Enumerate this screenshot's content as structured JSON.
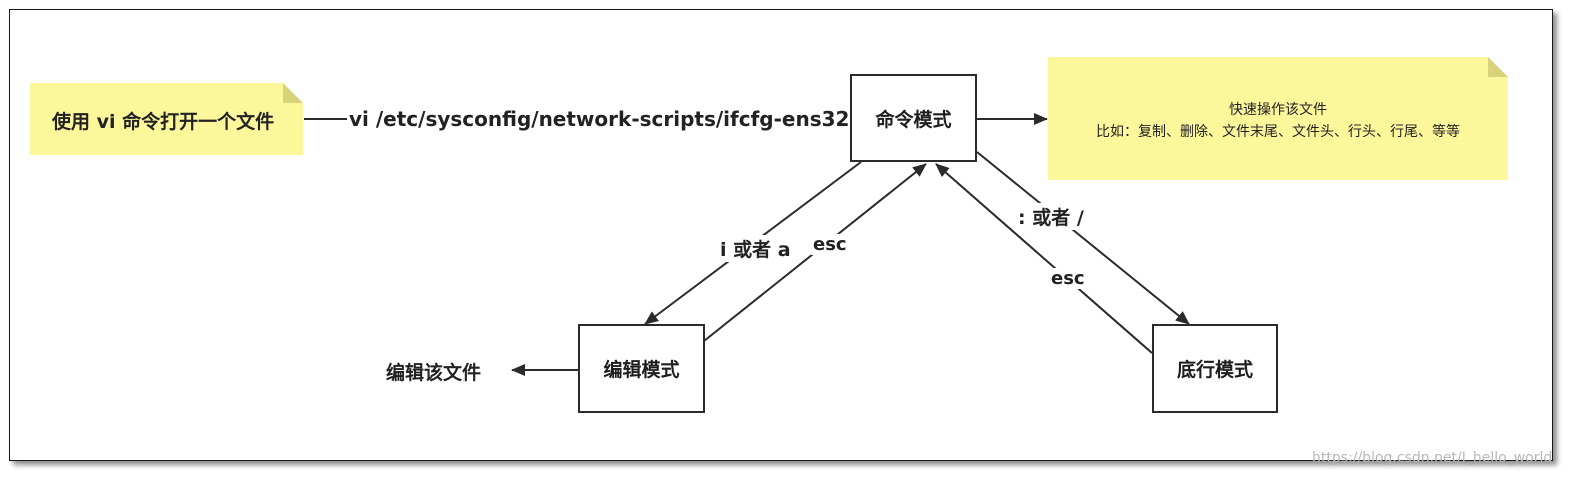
{
  "start_note": {
    "text": "使用 vi 命令打开一个文件"
  },
  "command_path": {
    "text": "vi /etc/sysconfig/network-scripts/ifcfg-ens32"
  },
  "modes": {
    "command": "命令模式",
    "edit": "编辑模式",
    "lastline": "底行模式"
  },
  "edge_labels": {
    "to_edit": "i 或者 a",
    "edit_to_command": "esc",
    "to_lastline": ": 或者 /",
    "lastline_to_command": "esc"
  },
  "edit_action": "编辑该文件",
  "info_note": {
    "line1": "快速操作该文件",
    "line2": "比如：复制、删除、文件末尾、文件头、行头、行尾、等等"
  },
  "watermark": "https://blog.csdn.net/I_hello_world",
  "colors": {
    "note_fill": "#fdf79c",
    "note_fold": "#d8d27a",
    "stroke": "#2b2b2b"
  }
}
